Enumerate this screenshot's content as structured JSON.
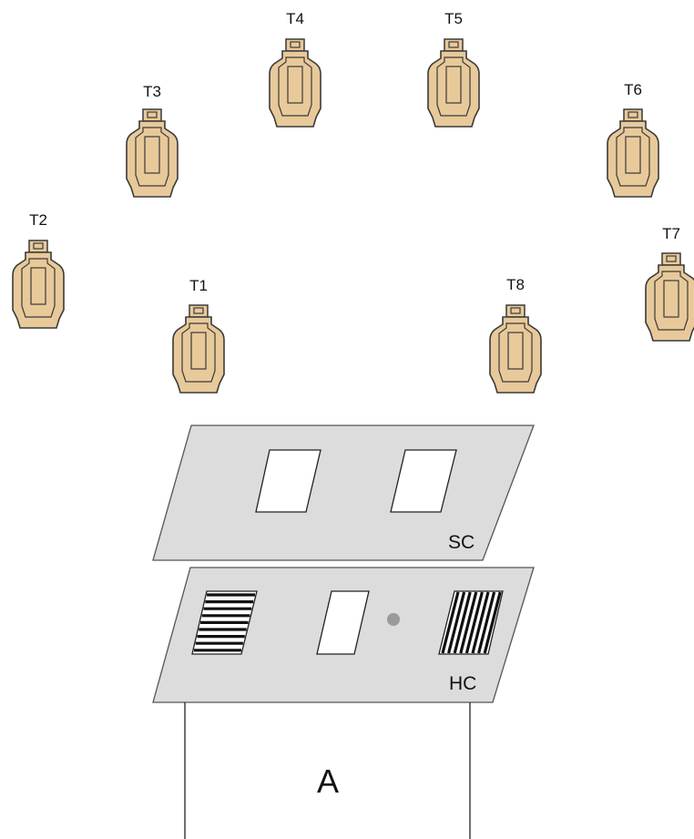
{
  "colors": {
    "target_fill": "#e8c99a",
    "target_stroke": "#3a3a3a",
    "panel_fill": "#dcdcdc",
    "panel_stroke": "#555555",
    "dot": "#9a9a9a"
  },
  "targets": [
    {
      "id": "t1",
      "label": "T1"
    },
    {
      "id": "t2",
      "label": "T2"
    },
    {
      "id": "t3",
      "label": "T3"
    },
    {
      "id": "t4",
      "label": "T4"
    },
    {
      "id": "t5",
      "label": "T5"
    },
    {
      "id": "t6",
      "label": "T6"
    },
    {
      "id": "t7",
      "label": "T7"
    },
    {
      "id": "t8",
      "label": "T8"
    }
  ],
  "panels": {
    "sc": {
      "label": "SC"
    },
    "hc": {
      "label": "HC"
    }
  },
  "area": {
    "label": "A"
  }
}
